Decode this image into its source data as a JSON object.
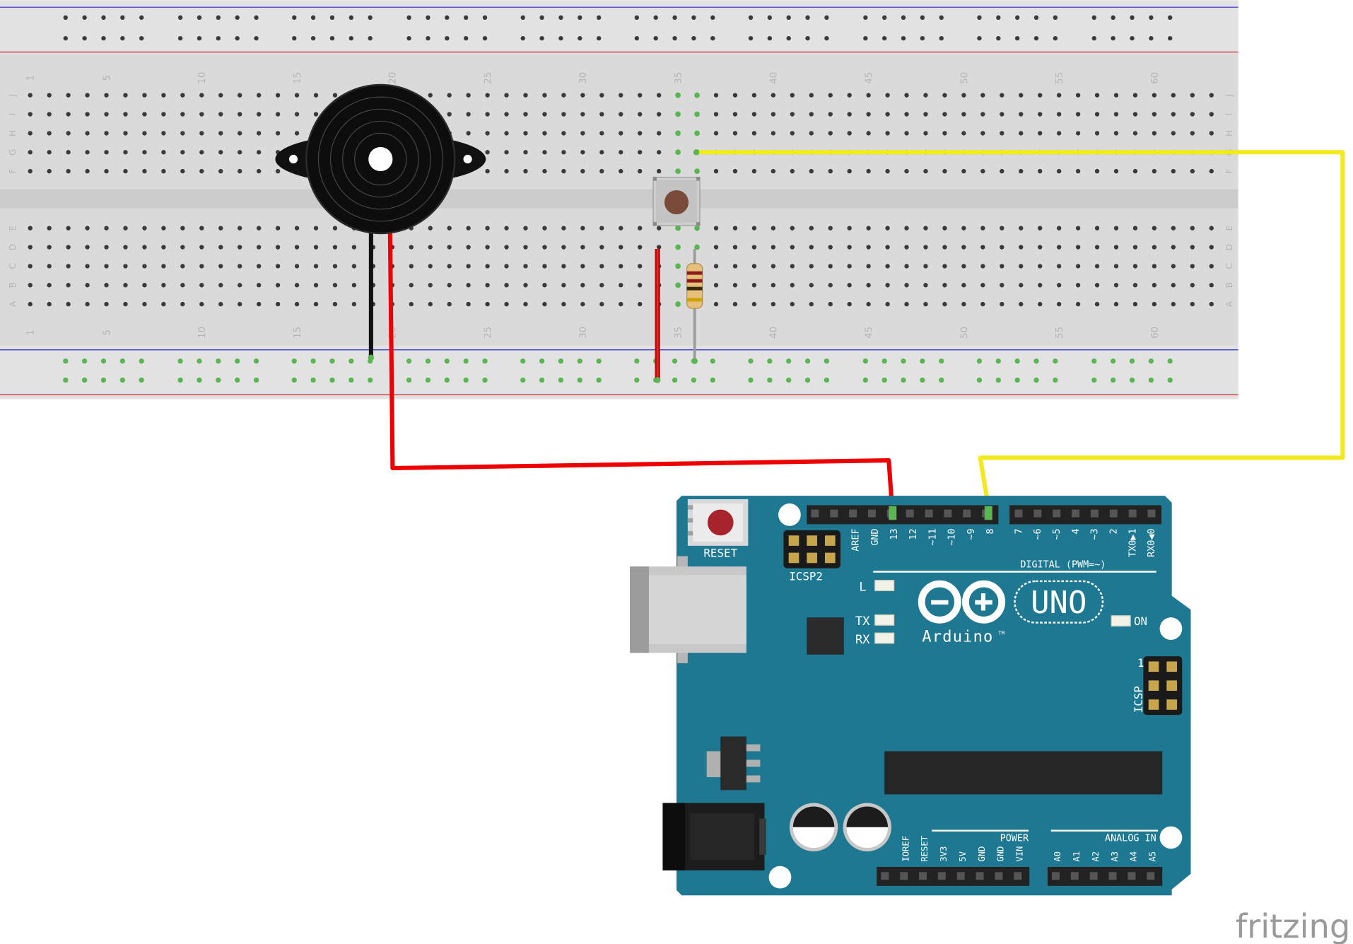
{
  "breadboard": {
    "column_numbers": [
      "1",
      "5",
      "10",
      "15",
      "20",
      "25",
      "30",
      "35",
      "40",
      "45",
      "50",
      "55",
      "60"
    ],
    "rows_top": [
      "J",
      "I",
      "H",
      "G",
      "F"
    ],
    "rows_bottom": [
      "E",
      "D",
      "C",
      "B",
      "A"
    ]
  },
  "arduino": {
    "reset_label": "RESET",
    "icsp2_label": "ICSP2",
    "icsp_label": "ICSP",
    "icsp_pin1": "1",
    "digital_label": "DIGITAL (PWM=~)",
    "digital_pins_left": [
      "AREF",
      "GND",
      "13",
      "12",
      "~11",
      "~10",
      "~9",
      "8"
    ],
    "digital_pins_right": [
      "7",
      "~6",
      "~5",
      "4",
      "~3",
      "2",
      "TX0▶1",
      "RX0◀0"
    ],
    "led_l": "L",
    "led_tx": "TX",
    "led_rx": "RX",
    "led_on": "ON",
    "uno_label": "UNO",
    "brand_label": "Arduino",
    "tm": "TM",
    "power_label": "POWER",
    "power_pins": [
      "IOREF",
      "RESET",
      "3V3",
      "5V",
      "GND",
      "GND",
      "VIN"
    ],
    "analog_label": "ANALOG IN",
    "analog_pins": [
      "A0",
      "A1",
      "A2",
      "A3",
      "A4",
      "A5"
    ]
  },
  "watermark": "fritzing",
  "colors": {
    "breadboard": "#dadada",
    "board": "#1f7891",
    "wire_red": "#ee0000",
    "wire_yellow": "#f2ea1d",
    "wire_black": "#111111",
    "connected_hole": "#5ab552",
    "rail_red": "#d22020",
    "rail_blue": "#2a2ad2"
  }
}
